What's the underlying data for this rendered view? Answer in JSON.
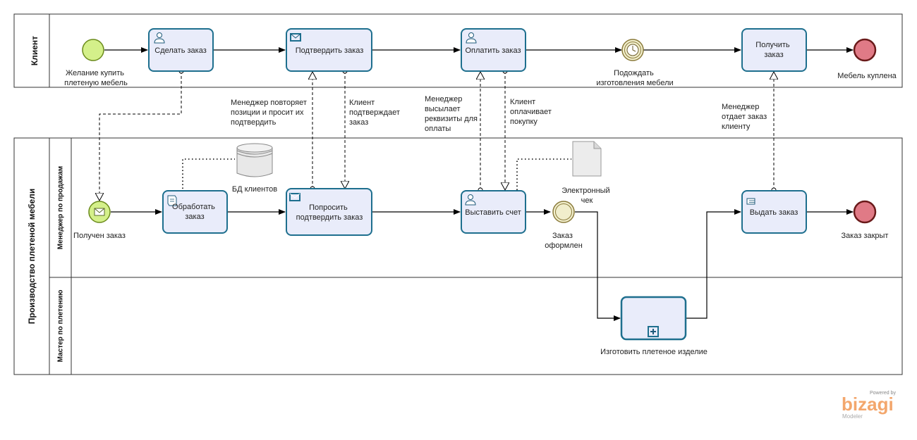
{
  "pools": {
    "client": {
      "title": "Клиент"
    },
    "production": {
      "title": "Производство плетеной мебели",
      "lanes": {
        "sales": "Менеджер по продажам",
        "weaver": "Мастер по плетению"
      }
    }
  },
  "events": {
    "start_client": "Желание купить плетеную мебель",
    "wait_timer": "Подождать изготовления мебели",
    "end_client": "Мебель куплена",
    "start_order": "Получен заказ",
    "order_done": "Заказ оформлен",
    "end_order": "Заказ закрыт"
  },
  "tasks": {
    "make_order": "Сделать заказ",
    "confirm_order": "Подтвердить заказ",
    "pay_order": "Оплатить заказ",
    "receive_order": "Получить заказ",
    "process_order": "Обработать заказ",
    "ask_confirm": "Попросить подтвердить заказ",
    "issue_invoice": "Выставить счет",
    "hand_over": "Выдать заказ",
    "weave_product": "Изготовить плетеное изделие"
  },
  "messages": {
    "manager_repeats": "Менеджер повторяет позиции и просит их подтвердить",
    "client_confirms": "Клиент подтверждает заказ",
    "manager_sends": "Менеджер высылает реквизиты для оплаты",
    "client_pays": "Клиент оплачивает покупку",
    "manager_gives": "Менеджер отдает заказ клиенту"
  },
  "artifacts": {
    "db": "БД клиентов",
    "receipt": "Электронный чек"
  },
  "branding": {
    "powered": "Powered by",
    "name": "bizagi",
    "product": "Modeler",
    "color": "#f3a76d"
  },
  "colors": {
    "task_fill": "#e9ecfa",
    "task_stroke": "#1e6f8e",
    "start_fill": "#d4f08a",
    "end_fill": "#e07a86",
    "timer_fill": "#f1eecc"
  }
}
